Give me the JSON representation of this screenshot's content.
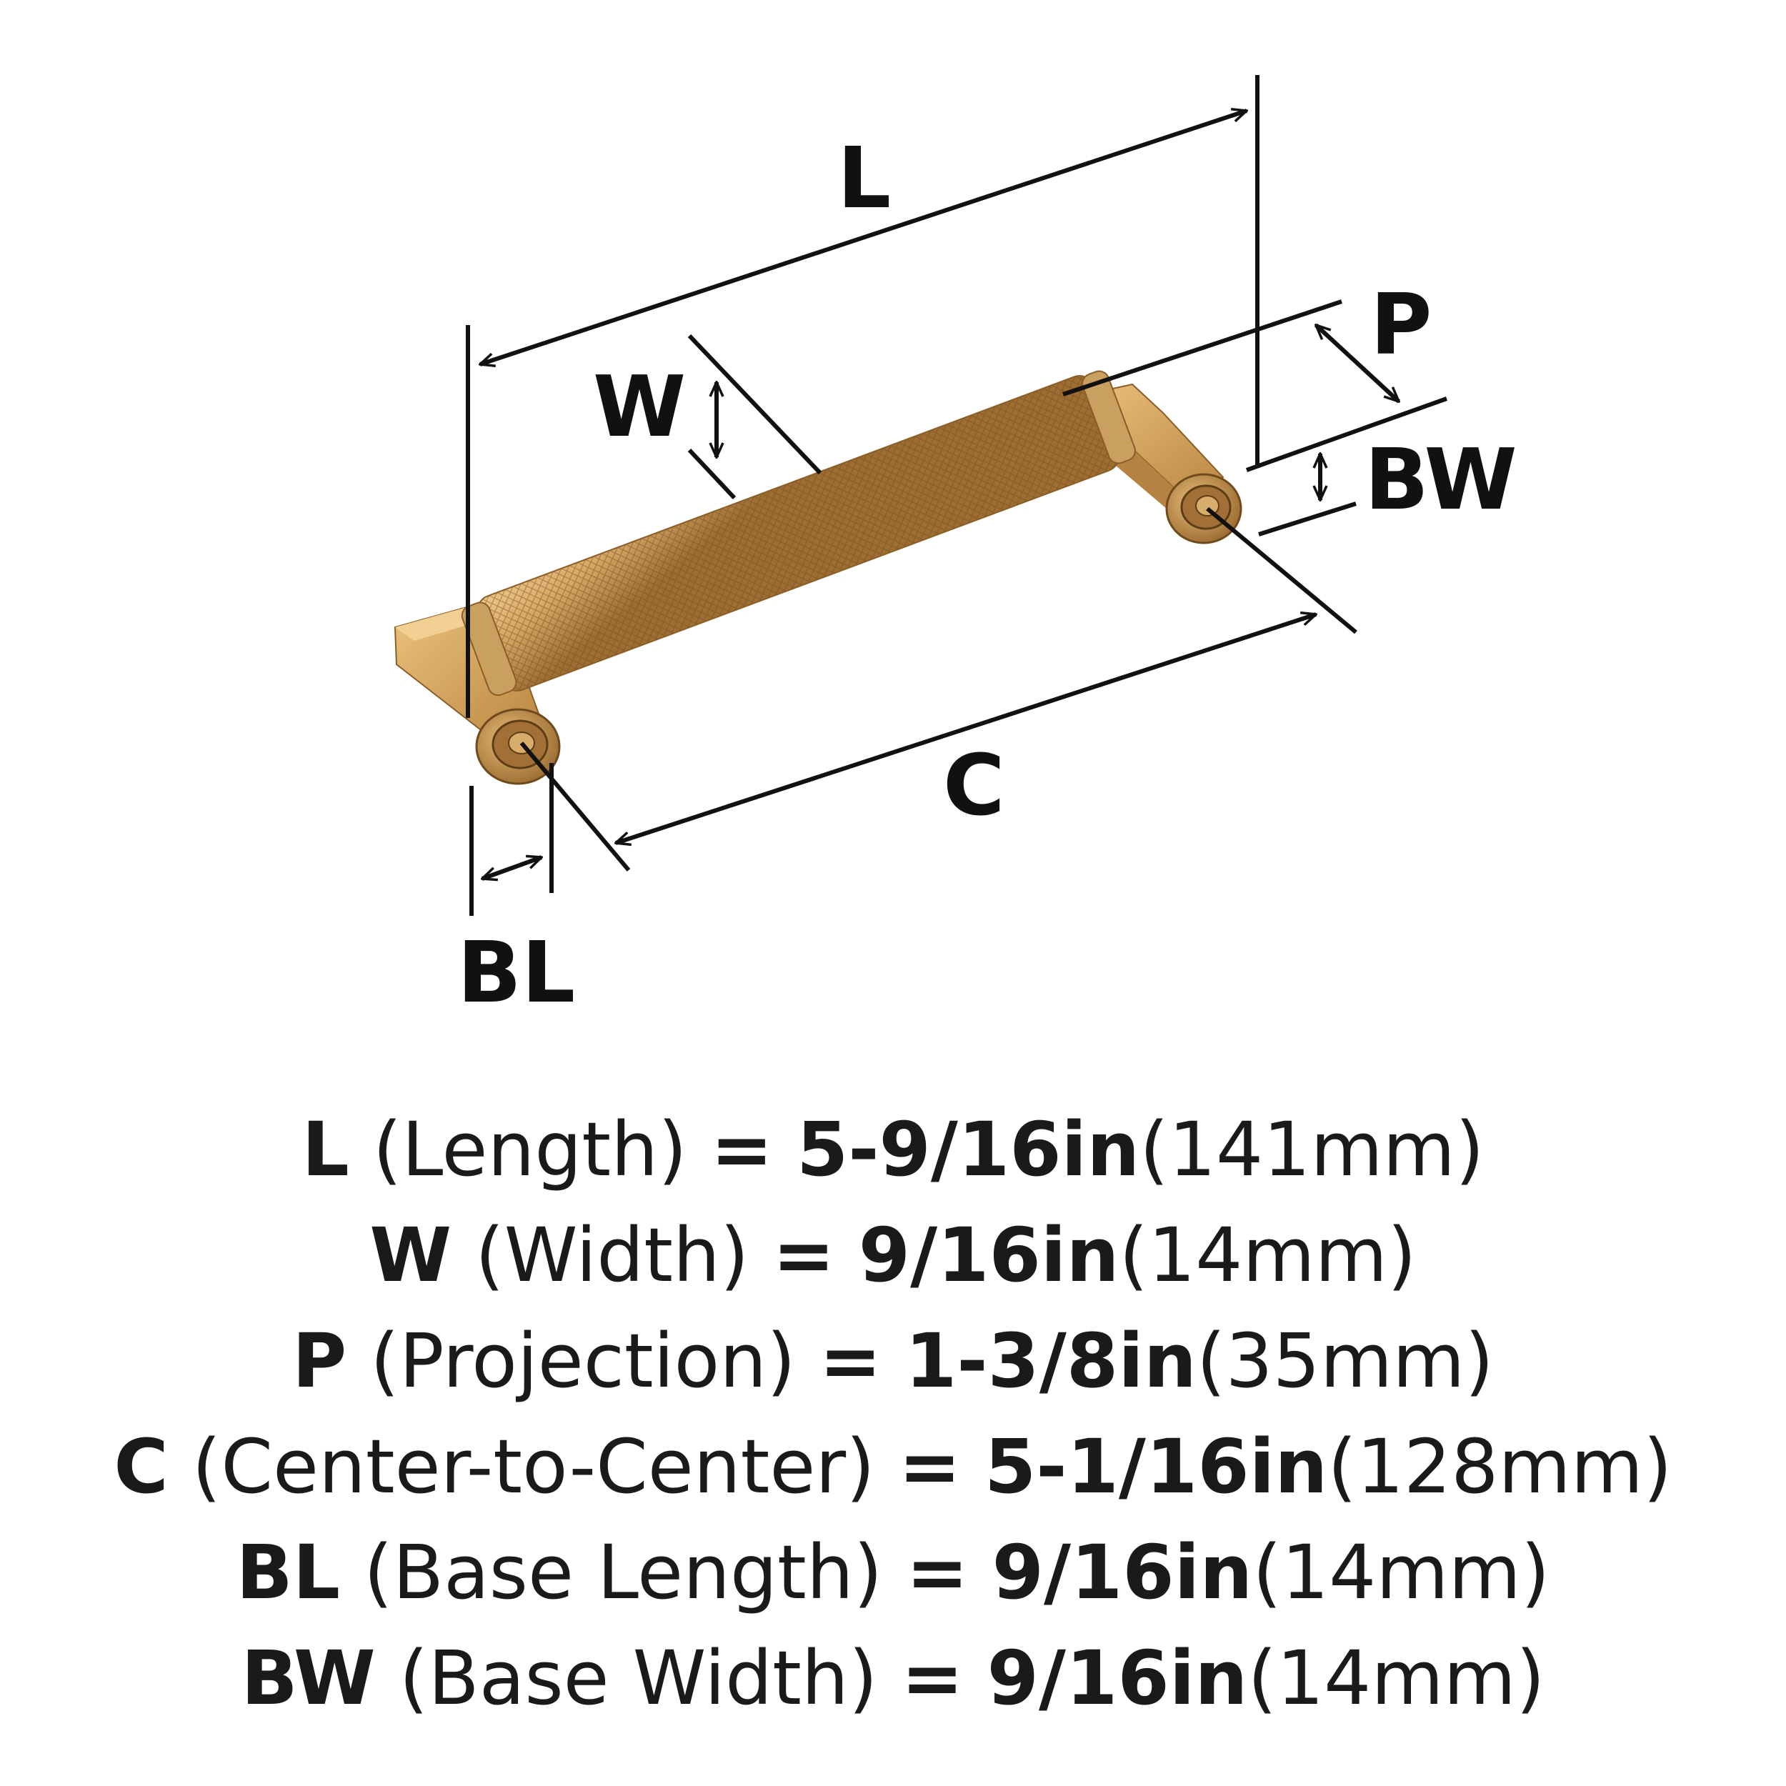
{
  "colors": {
    "ink": "#111111",
    "brass_light": "#e7bb77",
    "brass_mid": "#d09f5a",
    "brass_dark": "#a77535",
    "brass_shadow": "#7f5525"
  },
  "diagram": {
    "labels": {
      "L": "L",
      "W": "W",
      "P": "P",
      "BW": "BW",
      "C": "C",
      "BL": "BL"
    }
  },
  "specs": [
    {
      "code": "L",
      "name": "(Length)",
      "eq": "=",
      "inch": "5-9/16in",
      "mm": "(141mm)"
    },
    {
      "code": "W",
      "name": "(Width)",
      "eq": "=",
      "inch": "9/16in",
      "mm": "(14mm)"
    },
    {
      "code": "P",
      "name": "(Projection)",
      "eq": "=",
      "inch": "1-3/8in",
      "mm": "(35mm)"
    },
    {
      "code": "C",
      "name": "(Center-to-Center)",
      "eq": "=",
      "inch": "5-1/16in",
      "mm": "(128mm)"
    },
    {
      "code": "BL",
      "name": "(Base Length)",
      "eq": "=",
      "inch": "9/16in",
      "mm": "(14mm)"
    },
    {
      "code": "BW",
      "name": "(Base Width)",
      "eq": "=",
      "inch": "9/16in",
      "mm": "(14mm)"
    }
  ]
}
